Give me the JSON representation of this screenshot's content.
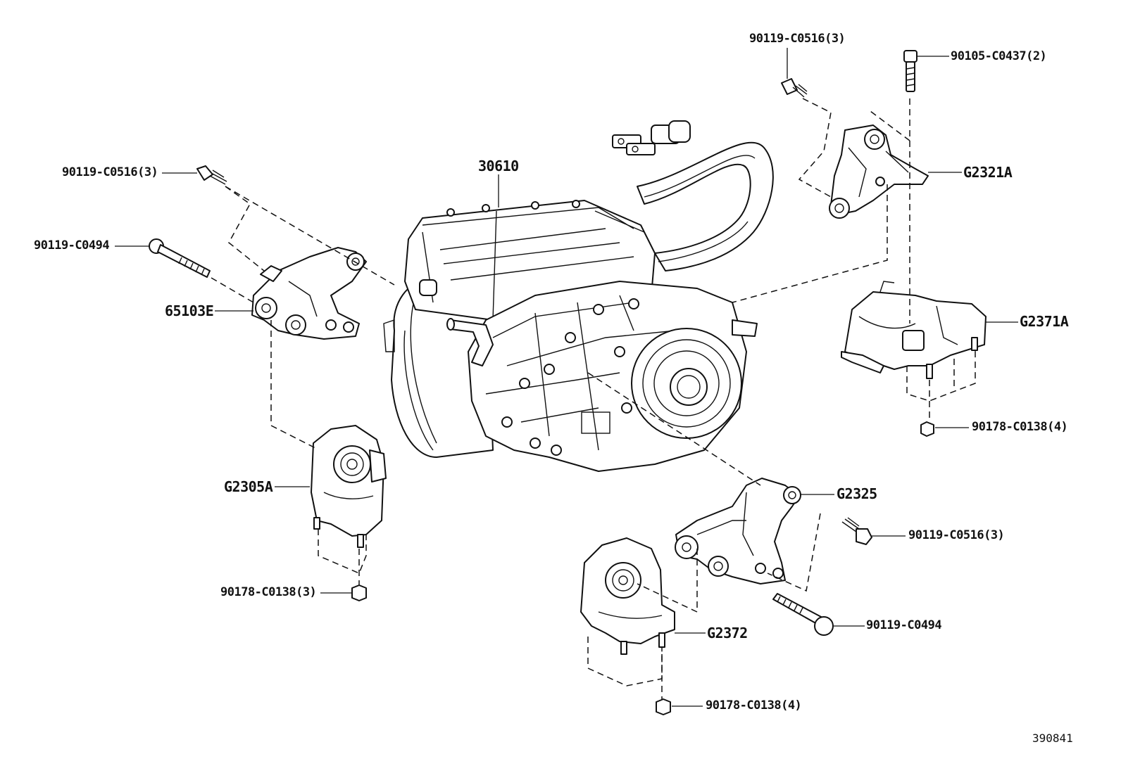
{
  "labels": {
    "motor_assembly": "30610",
    "bolt_top_center": "90119-C0516(3)",
    "bolt_top_right": "90105-C0437(2)",
    "bracket_top_right": "G2321A",
    "mount_right": "G2371A",
    "nut_right": "90178-C0138(4)",
    "bolt_left_upper": "90119-C0516(3)",
    "bolt_left_lower": "90119-C0494",
    "bracket_left": "65103E",
    "mount_left": "G2305A",
    "nut_left": "90178-C0138(3)",
    "bracket_bottom_right": "G2325",
    "bolt_bottom_right_small": "90119-C0516(3)",
    "bolt_bottom_right_long": "90119-C0494",
    "mount_bottom": "G2372",
    "nut_bottom": "90178-C0138(4)",
    "diagram_code": "390841"
  },
  "icons": {
    "motor": "electric-motor-transaxle-drawing",
    "bolt": "flange-bolt-drawing",
    "nut": "flange-nut-drawing",
    "bracket": "mount-bracket-drawing",
    "insulator": "engine-mount-insulator-drawing"
  }
}
